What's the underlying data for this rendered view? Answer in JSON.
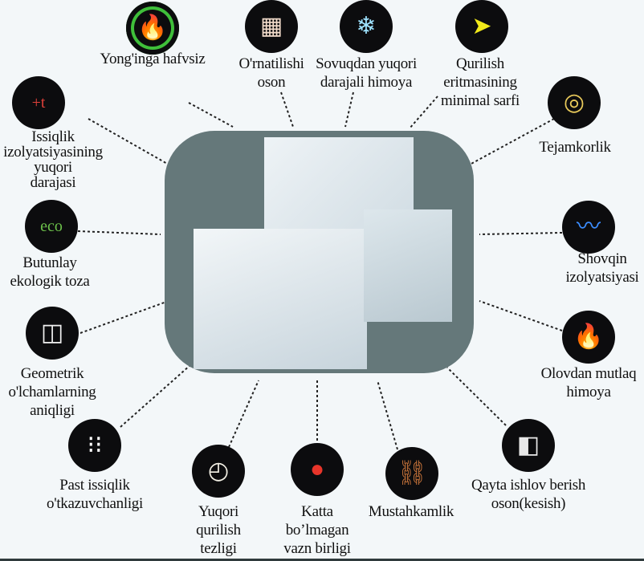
{
  "colors": {
    "background": "#f3f7f9",
    "panel": "#65787a",
    "icon_bg": "#0c0c0e"
  },
  "features": [
    {
      "label": "Yong'inga hafvsiz",
      "icon": "flame-icon",
      "glyph": "🔥",
      "ring": "#3fbf3a"
    },
    {
      "label": "O'rnatilishi\noson",
      "icon": "brick-wall-icon",
      "glyph": "▦",
      "color": "#f3dccb"
    },
    {
      "label": "Sovuqdan yuqori\ndarajali himoya",
      "icon": "snowflake-icon",
      "glyph": "❄",
      "color": "#9fe3ff"
    },
    {
      "label": "Qurilish\neritmasining\nminimal sarfi",
      "icon": "yellow-arrow-icon",
      "glyph": "➤",
      "color": "#f2ea1a"
    },
    {
      "label": "Tejamkorlik",
      "icon": "coins-icon",
      "glyph": "◎",
      "color": "#e8c95a"
    },
    {
      "label": "Issiqlik\nizolyatsiyasining\nyuqori\ndarajasi",
      "icon": "heat-insulation-icon",
      "glyph": "+t",
      "color": "#e0413a"
    },
    {
      "label": "Butunlay\nekologik toza",
      "icon": "eco-leaf-icon",
      "glyph": "eco",
      "color": "#6cc04a"
    },
    {
      "label": "Shovqin\nizolyatsiyasi",
      "icon": "sound-wave-icon",
      "glyph": "〰",
      "color": "#3c8dff"
    },
    {
      "label": "Geometrik\no'lchamlarning\naniqligi",
      "icon": "cube-90-degree-icon",
      "glyph": "◫",
      "color": "#f0f0f0"
    },
    {
      "label": "Olovdan mutlaq\nhimoya",
      "icon": "fire-icon",
      "glyph": "🔥",
      "color": "#f08a1c"
    },
    {
      "label": "Past issiqlik\no'tkazuvchanligi",
      "icon": "low-conductivity-icon",
      "glyph": "⁝⁝",
      "color": "#ffffff"
    },
    {
      "label": "Yuqori\nqurilish\ntezligi",
      "icon": "stopwatch-icon",
      "glyph": "◴",
      "color": "#f4f1e6"
    },
    {
      "label": "Katta\nbo’lmagan\nvazn birligi",
      "icon": "kettlebell-icon",
      "glyph": "●",
      "color": "#e8352a"
    },
    {
      "label": "Mustahkamlik",
      "icon": "chain-icon",
      "glyph": "⛓",
      "color": "#c8743a"
    },
    {
      "label": "Qayta ishlov berish\noson(kesish)",
      "icon": "saw-cutting-block-icon",
      "glyph": "◧",
      "color": "#e8e8e8"
    }
  ]
}
